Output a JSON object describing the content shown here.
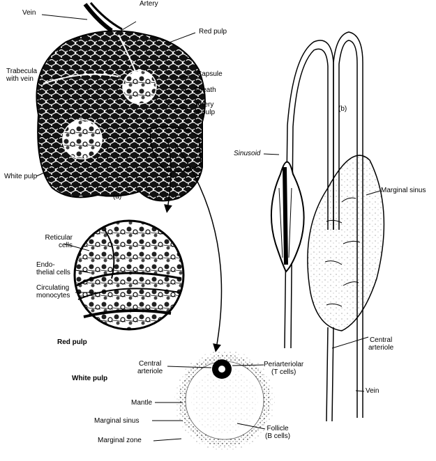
{
  "labels": {
    "vein_top": "Vein",
    "artery": "Artery",
    "red_pulp_top": "Red pulp",
    "trabecula_1": "Trabecula",
    "trabecula_2": "with vein",
    "capsule": "Capsule",
    "sheath": "Sheath",
    "artery_of_pulp_1": "Artery",
    "artery_of_pulp_2": "of pulp",
    "white_pulp_left": "White pulp",
    "panel_a": "(a)",
    "panel_b": "(b)",
    "sinusoid": "Sinusoid",
    "marginal_sinus_right": "Marginal sinus",
    "reticular_cells_1": "Reticular",
    "reticular_cells_2": "cells",
    "endothelial_1": "Endo-",
    "endothelial_2": "thelial cells",
    "circulating_1": "Circulating",
    "circulating_2": "monocytes",
    "red_pulp_heading": "Red pulp",
    "white_pulp_heading": "White pulp",
    "central_arteriole_left_1": "Central",
    "central_arteriole_left_2": "arteriole",
    "periarteriolar_1": "Periarteriolar",
    "periarteriolar_2": "(T cells)",
    "mantle": "Mantle",
    "marginal_sinus_left": "Marginal sinus",
    "marginal_zone": "Marginal zone",
    "follicle_1": "Follicle",
    "follicle_2": "(B cells)",
    "central_arteriole_right_1": "Central",
    "central_arteriole_right_2": "arteriole",
    "vein_right": "Vein"
  }
}
